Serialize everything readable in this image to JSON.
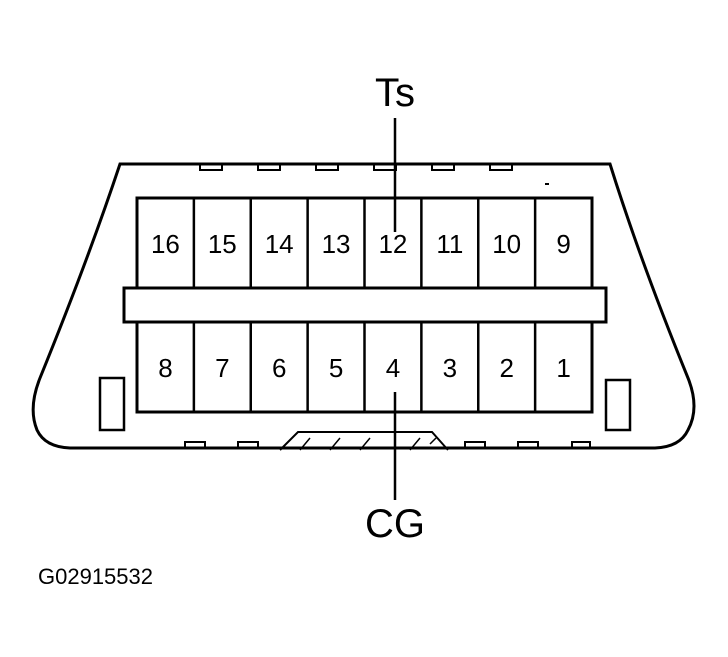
{
  "connector": {
    "top_row_pins": [
      "16",
      "15",
      "14",
      "13",
      "12",
      "11",
      "10",
      "9"
    ],
    "bottom_row_pins": [
      "8",
      "7",
      "6",
      "5",
      "4",
      "3",
      "2",
      "1"
    ]
  },
  "callouts": {
    "top": "Ts",
    "bottom": "CG"
  },
  "figure_code": "G02915532"
}
